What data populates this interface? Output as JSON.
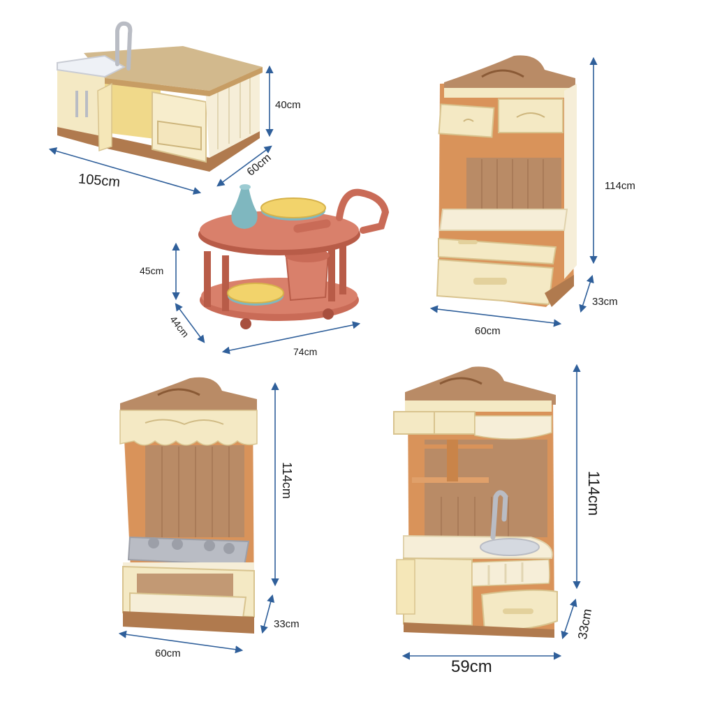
{
  "products": [
    {
      "name": "kitchen-island",
      "dims": {
        "width": "105cm",
        "depth": "60cm",
        "height": "40cm"
      }
    },
    {
      "name": "tea-trolley",
      "dims": {
        "height": "45cm",
        "depth": "44cm",
        "width": "74cm"
      }
    },
    {
      "name": "hutch-cabinet",
      "dims": {
        "height": "114cm",
        "depth": "33cm",
        "width": "60cm"
      }
    },
    {
      "name": "stove-unit",
      "dims": {
        "height": "114cm",
        "depth": "33cm",
        "width": "60cm"
      }
    },
    {
      "name": "sink-unit",
      "dims": {
        "height": "114cm",
        "depth": "33cm",
        "width": "59cm"
      }
    }
  ],
  "colors": {
    "arrow": "#2f5f9a",
    "cream": "#f4e9c4",
    "cream_shade": "#e6d6a4",
    "wood": "#b07a4e",
    "wood_dark": "#8a5a36",
    "orange_wall": "#d9935a",
    "panel_brown": "#b98b66",
    "trolley": "#c96b57",
    "trolley_dark": "#a8503f",
    "yellow": "#f2d36b",
    "teal": "#7fb7bf",
    "metal": "#b9bcc4"
  }
}
